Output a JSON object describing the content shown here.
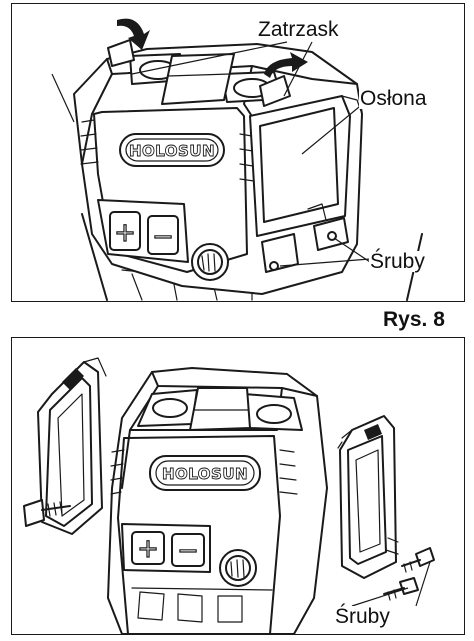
{
  "labels": {
    "latch": "Zatrzask",
    "cover": "Osłona",
    "screws_top": "Śruby",
    "screws_bottom": "Śruby",
    "figure": "Rys. 8"
  },
  "brand": {
    "logo_top": "HOLOSUN",
    "logo_bottom": "HOLOSUN"
  },
  "buttons": {
    "plus": "+",
    "minus": "−"
  },
  "colors": {
    "line": "#1a1a1a",
    "background": "#ffffff"
  }
}
